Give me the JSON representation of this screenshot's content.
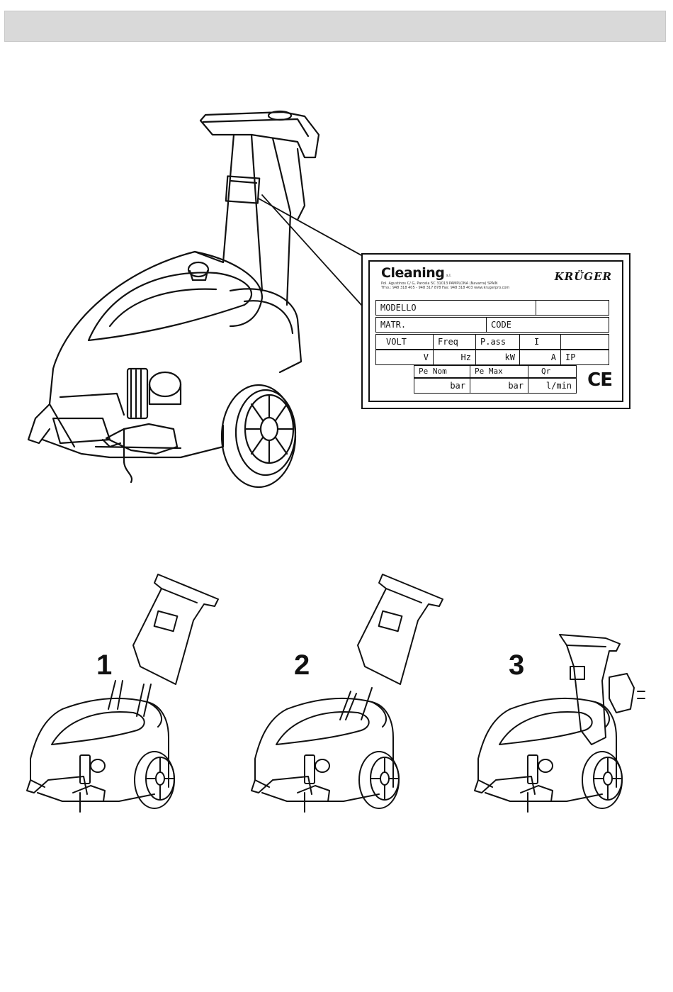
{
  "plate": {
    "brand": "Cleaning",
    "brand_suffix": "s.l.",
    "address_line1": "Pol. Agustinos C/ G, Parcela 5C 31013 PAMPLONA (Navarra) SPAIN",
    "address_line2": "Tfno.: 948 318 405 - 948 317 878 Fax: 948 318 403 www.krugerpro.com",
    "kruger": "KRÜGER",
    "row1": {
      "modello": "MODELLO"
    },
    "row2": {
      "matr": "MATR.",
      "code": "CODE"
    },
    "row3": {
      "volt": "VOLT",
      "freq": "Freq",
      "pass": "P.ass",
      "i": "I"
    },
    "row4": {
      "v": "V",
      "hz": "Hz",
      "kw": "kW",
      "a": "A",
      "ip": "IP"
    },
    "row5": {
      "pe_nom": "Pe Nom",
      "pe_max": "Pe Max",
      "qr": "Qr"
    },
    "row6": {
      "bar1": "bar",
      "bar2": "bar",
      "lmin": "l/min"
    },
    "ce_mark": "CE"
  },
  "steps": [
    {
      "number": "1"
    },
    {
      "number": "2"
    },
    {
      "number": "3"
    }
  ]
}
